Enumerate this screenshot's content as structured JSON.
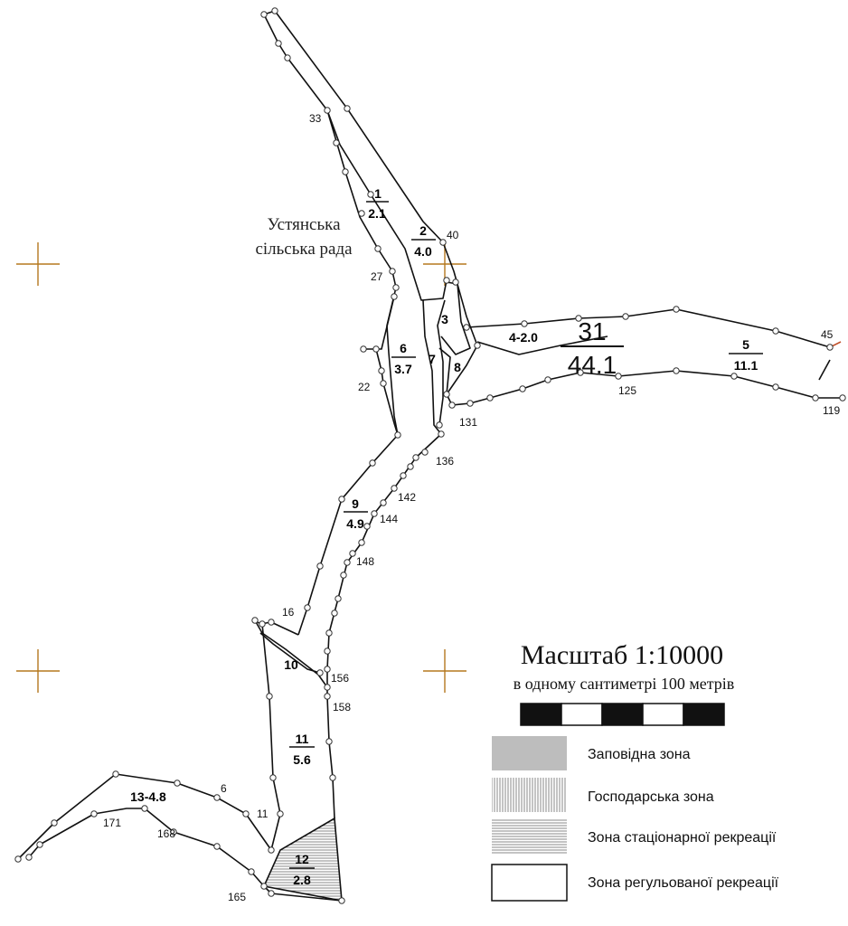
{
  "map": {
    "council_label_line1": "Устянська",
    "council_label_line2": "сільська рада",
    "quarter_number": "31",
    "quarter_area": "44.1",
    "plots": [
      {
        "id": "p1",
        "top": "1",
        "bottom": "2.1"
      },
      {
        "id": "p2",
        "top": "2",
        "bottom": "4.0"
      },
      {
        "id": "p6",
        "top": "6",
        "bottom": "3.7"
      },
      {
        "id": "p5",
        "top": "5",
        "bottom": "11.1"
      },
      {
        "id": "p9",
        "top": "9",
        "bottom": "4.9"
      },
      {
        "id": "p11",
        "top": "11",
        "bottom": "5.6"
      },
      {
        "id": "p12",
        "top": "12",
        "bottom": "2.8"
      }
    ],
    "single_labels": {
      "p3": "3",
      "p7": "7",
      "p8": "8",
      "p4": "4-2.0",
      "p10": "10",
      "p13": "13-4.8"
    },
    "point_labels": {
      "n33": "33",
      "n40": "40",
      "n27": "27",
      "n22": "22",
      "n45": "45",
      "n125": "125",
      "n131": "131",
      "n119": "119",
      "n136": "136",
      "n142": "142",
      "n144": "144",
      "n148": "148",
      "n16": "16",
      "n156": "156",
      "n158": "158",
      "n6": "6",
      "n11": "11",
      "n171": "171",
      "n168": "168",
      "n165": "165"
    }
  },
  "legend": {
    "scale_title": "Масштаб  1:10000",
    "scale_subtitle": "в одному сантиметрі 100 метрів",
    "items": [
      {
        "label": "Заповідна зона",
        "pattern": "solid-gray",
        "color": "#bdbdbd"
      },
      {
        "label": "Господарська зона",
        "pattern": "vertical-hatch",
        "color": "#8a8a8a"
      },
      {
        "label": "Зона стаціонарної рекреації",
        "pattern": "horizontal-hatch",
        "color": "#8a8a8a"
      },
      {
        "label": "Зона регульованої рекреації",
        "pattern": "blank",
        "color": "#ffffff"
      }
    ]
  },
  "colors": {
    "line": "#111111",
    "grid_cross": "#b5781e",
    "marker_45": "#c0502a"
  }
}
